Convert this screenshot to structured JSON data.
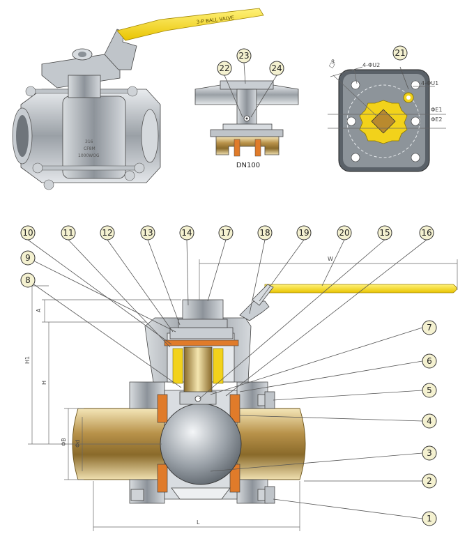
{
  "photo": {
    "handle_text": "3-P BALL VALVE",
    "body_marks": [
      "316",
      "CF8M",
      "1000WOG"
    ]
  },
  "stem_detail": {
    "caption": "DN100",
    "callouts": [
      "23",
      "22",
      "24"
    ]
  },
  "flange_detail": {
    "callout": "21",
    "labels": {
      "u2": "4-ΦU2",
      "u1": "4-ΦU1",
      "e1": "ΦE1",
      "e2": "ΦE2",
      "square": "□P"
    }
  },
  "section": {
    "top_callouts": [
      "10",
      "11",
      "12",
      "13",
      "14",
      "17",
      "18",
      "19",
      "20",
      "15",
      "16"
    ],
    "left_callouts": [
      "9",
      "8"
    ],
    "right_callouts": [
      "7",
      "6",
      "5",
      "4",
      "3",
      "2",
      "1"
    ],
    "dims": {
      "w": "W",
      "a": "A",
      "h1": "H1",
      "h": "H",
      "b": "ΦB",
      "d": "Φd",
      "l": "L"
    }
  },
  "colors": {
    "handle": "#f2d21b",
    "seat": "#e07b2a",
    "gold": "#c9a84a",
    "steel": "#a8adb3",
    "bubble": "#f4f1d0"
  }
}
